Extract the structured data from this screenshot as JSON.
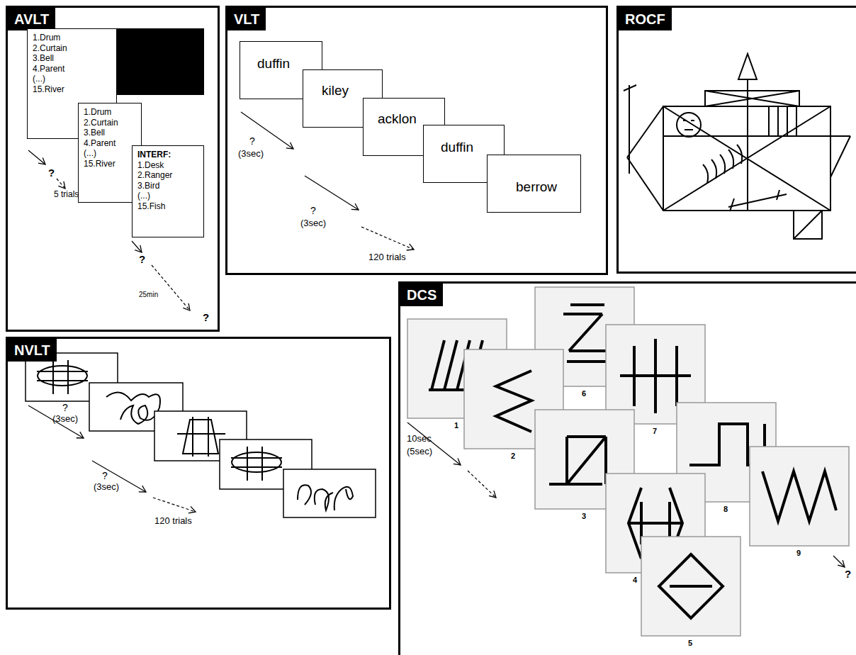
{
  "diagram": {
    "nodes": [
      {
        "text": [
          "AVLT"
        ]
      },
      {
        "text": [
          "1.Drum",
          "2.Curtain",
          "3.Bell",
          "4.Parent",
          "(...)",
          "15.River"
        ],
        "in": 0
      },
      {
        "text": [
          "1.Drum",
          "2.Curtain",
          "3.Bell",
          "4.Parent",
          "(...)",
          "15.River"
        ],
        "in": 0
      },
      {
        "text": [
          "INTERF:",
          "1.Desk",
          "2.Ranger",
          "3.Bird",
          "(...)",
          "15.Fish"
        ],
        "in": 0
      },
      {
        "text": [
          "VLT"
        ]
      },
      {
        "text": [
          "duffin"
        ],
        "in": 4
      },
      {
        "text": [
          "kiley"
        ],
        "in": 4
      },
      {
        "text": [
          "acklon"
        ],
        "in": 4
      },
      {
        "text": [
          "duffin"
        ],
        "in": 4
      },
      {
        "text": [
          "berrow"
        ],
        "in": 4
      },
      {
        "text": [
          "ROCF"
        ]
      },
      {
        "text": [
          "NVLT"
        ]
      },
      {
        "text": [
          "DCS"
        ]
      }
    ],
    "labels": [
      "?",
      "5 trials",
      "?",
      "25min",
      "?",
      "?",
      "(3sec)",
      "?",
      "(3sec)",
      "120 trials",
      "?",
      "(3sec)",
      "?",
      "(3sec)",
      "120 trials",
      "10sec",
      "(5sec)",
      "1",
      "6",
      "2",
      "7",
      "3",
      "8",
      "4",
      "9",
      "5",
      "?"
    ]
  }
}
